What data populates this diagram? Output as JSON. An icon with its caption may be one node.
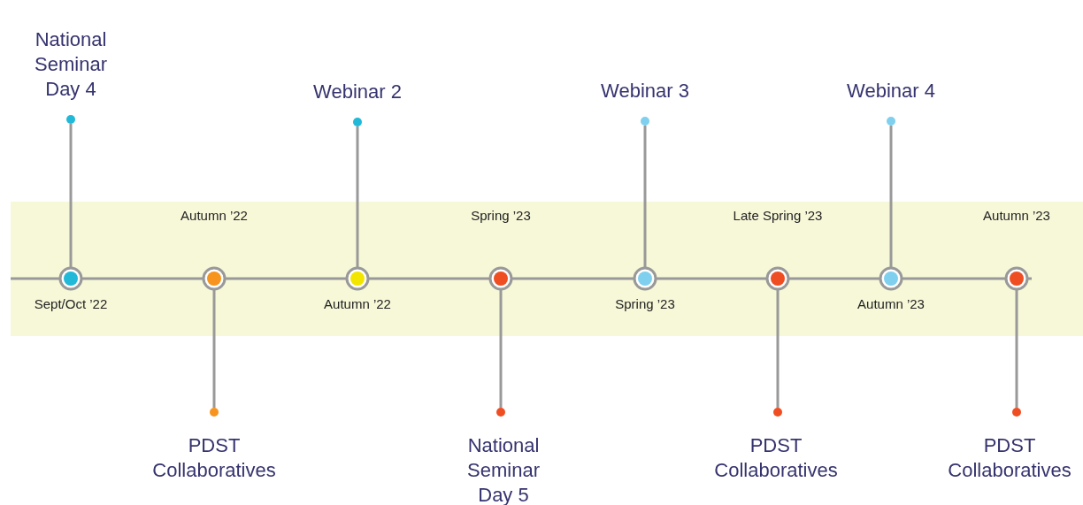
{
  "diagram": {
    "nodes": [
      {
        "text": [],
        "shape": "circle",
        "beside": [
          "Sept/Oct ’22"
        ]
      },
      {
        "text": [
          "National Seminar Day 4"
        ]
      },
      {
        "text": [],
        "shape": "circle",
        "beside": [
          "Autumn ’22"
        ]
      },
      {
        "text": [
          "PDST Collaboratives"
        ]
      },
      {
        "text": [],
        "shape": "circle",
        "beside": [
          "Autumn ’22"
        ]
      },
      {
        "text": [
          "Webinar 2"
        ]
      },
      {
        "text": [],
        "shape": "circle",
        "beside": [
          "Spring ’23"
        ]
      },
      {
        "text": [
          "National Seminar Day 5"
        ]
      },
      {
        "text": [],
        "shape": "circle",
        "beside": [
          "Spring ’23"
        ]
      },
      {
        "text": [
          "Webinar 3"
        ]
      },
      {
        "text": [],
        "shape": "circle",
        "beside": [
          "Late Spring ’23"
        ]
      },
      {
        "text": [
          "PDST Collaboratives"
        ]
      },
      {
        "text": [],
        "shape": "circle",
        "beside": [
          "Autumn ’23"
        ]
      },
      {
        "text": [
          "Webinar 4"
        ]
      },
      {
        "text": [],
        "shape": "circle",
        "beside": [
          "Autumn ’23"
        ]
      },
      {
        "text": [
          "PDST Collaboratives"
        ]
      }
    ],
    "edges": [
      {
        "from": 0,
        "to": 1,
        "arrow": "none"
      },
      {
        "from": 2,
        "to": 3,
        "arrow": "none"
      },
      {
        "from": 4,
        "to": 5,
        "arrow": "none"
      },
      {
        "from": 6,
        "to": 7,
        "arrow": "none"
      },
      {
        "from": 8,
        "to": 9,
        "arrow": "none"
      },
      {
        "from": 10,
        "to": 11,
        "arrow": "none"
      },
      {
        "from": 12,
        "to": 13,
        "arrow": "none"
      },
      {
        "from": 14,
        "to": 15,
        "arrow": "none"
      }
    ]
  }
}
